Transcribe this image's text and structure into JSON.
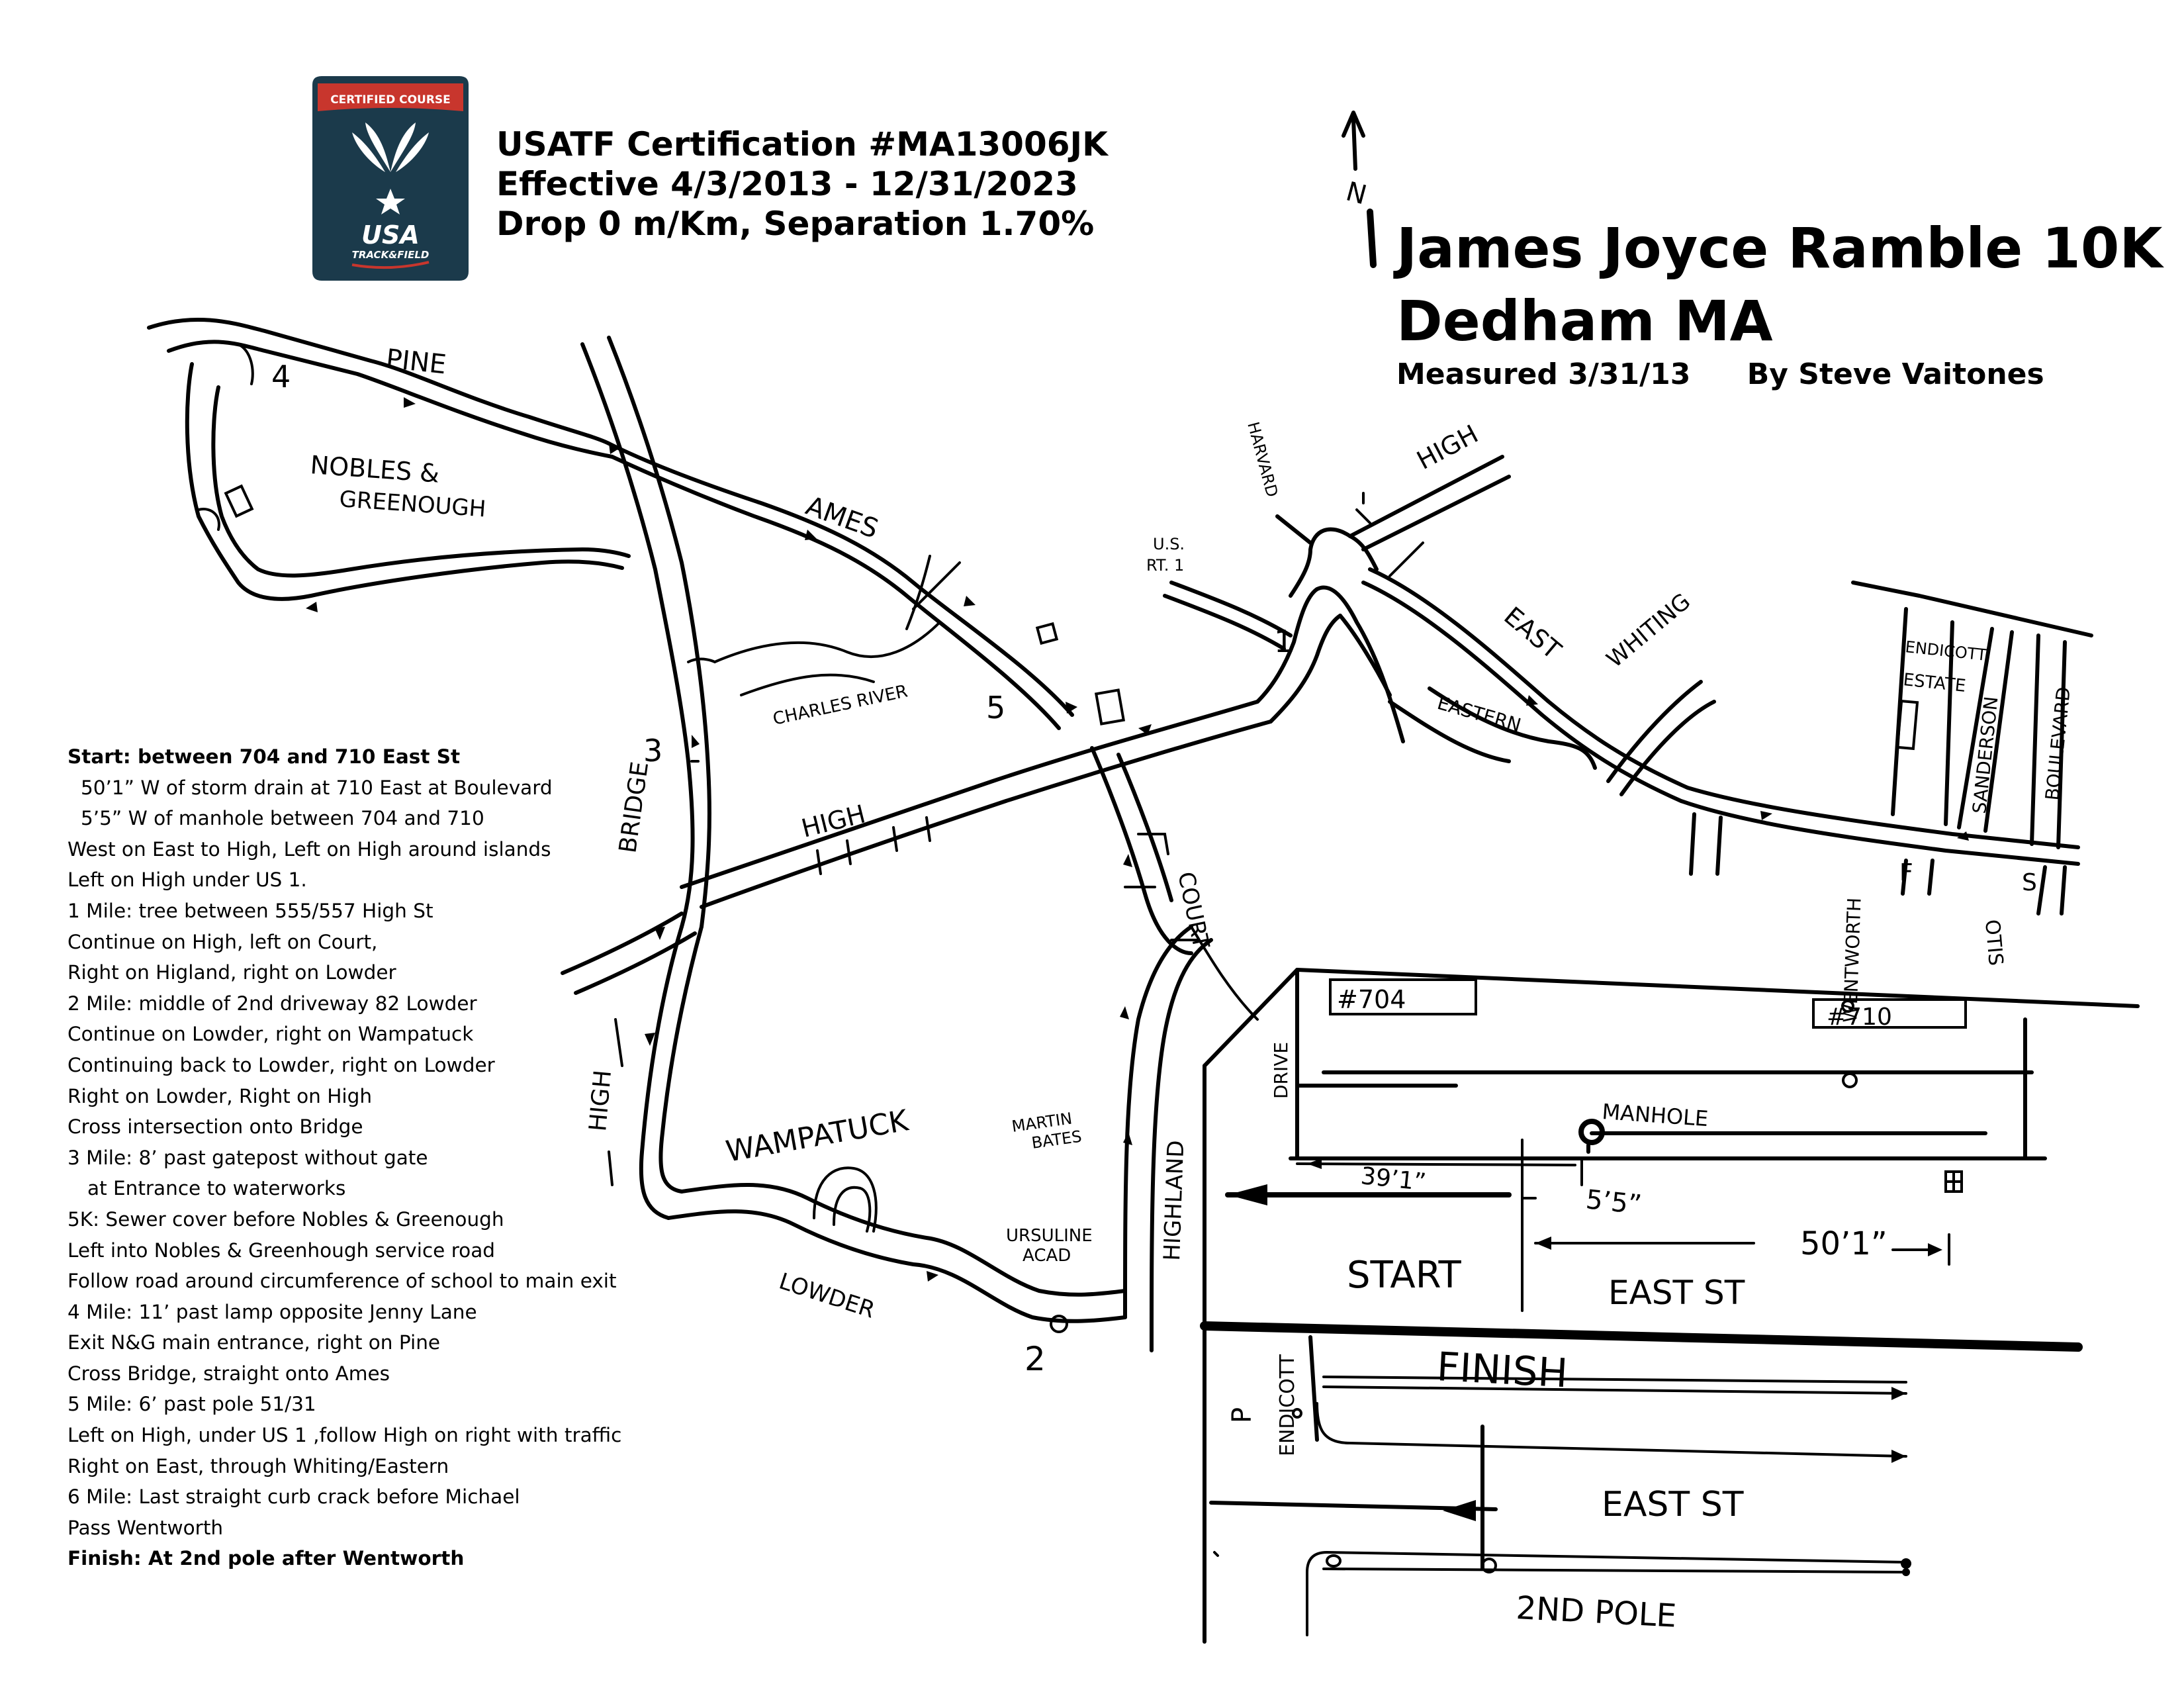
{
  "badge": {
    "banner_text": "CERTIFIED COURSE",
    "logo_text_1": "USA",
    "logo_text_2": "TRACK&FIELD",
    "colors": {
      "navy": "#1b3a4b",
      "red": "#c8362d",
      "white": "#ffffff"
    }
  },
  "certification": {
    "line1": "USATF Certification #MA13006JK",
    "line2": "Effective 4/3/2013 - 12/31/2023",
    "line3": "Drop 0 m/Km, Separation 1.70%"
  },
  "title": {
    "line1": "James Joyce Ramble 10K",
    "line2": "Dedham MA",
    "measured": "Measured 3/31/13",
    "author": "By Steve Vaitones"
  },
  "north_label": "N",
  "directions": [
    {
      "text": "Start: between 704 and 710 East St",
      "bold": true
    },
    {
      "text": "50’1” W of storm drain at 710 East at Boulevard",
      "indent": 1
    },
    {
      "text": "5’5” W of manhole between 704 and 710",
      "indent": 1
    },
    {
      "text": "West on East to High, Left on High around islands"
    },
    {
      "text": "Left on High under US 1."
    },
    {
      "text": "1 Mile: tree between 555/557  High St"
    },
    {
      "text": "Continue on High, left on Court,"
    },
    {
      "text": "Right on Higland, right on Lowder"
    },
    {
      "text": "2 Mile: middle of 2nd driveway 82 Lowder"
    },
    {
      "text": "Continue on Lowder, right on Wampatuck"
    },
    {
      "text": "Continuing back to Lowder, right on Lowder"
    },
    {
      "text": "Right on Lowder, Right on High"
    },
    {
      "text": "Cross intersection onto Bridge"
    },
    {
      "text": "3 Mile: 8’ past gatepost without gate"
    },
    {
      "text": "at Entrance to waterworks",
      "indent": 2
    },
    {
      "text": "5K:  Sewer cover before Nobles & Greenough"
    },
    {
      "text": "Left into Nobles & Greenhough service road"
    },
    {
      "text": "Follow road around circumference of school to main exit"
    },
    {
      "text": "4 Mile: 11’ past lamp opposite Jenny Lane"
    },
    {
      "text": "Exit N&G main entrance, right on Pine"
    },
    {
      "text": "Cross Bridge, straight onto Ames"
    },
    {
      "text": "5 Mile:  6’ past pole 51/31"
    },
    {
      "text": "Left on High, under US 1 ,follow High on right with traffic"
    },
    {
      "text": "Right on East, through Whiting/Eastern"
    },
    {
      "text": "6 Mile: Last straight curb crack before Michael"
    },
    {
      "text": "Pass Wentworth"
    },
    {
      "text": "Finish:  At 2nd pole after Wentworth",
      "bold": true
    }
  ],
  "map_labels": {
    "pine": "PINE",
    "nobles1": "NOBLES &",
    "nobles2": "GREENOUGH",
    "ames": "AMES",
    "charles_river": "CHARLES RIVER",
    "high_mid": "HIGH",
    "bridge": "BRIDGE",
    "high_left": "HIGH",
    "wampatuck": "WAMPATUCK",
    "lowder": "LOWDER",
    "martin_bates1": "MARTIN",
    "martin_bates2": "BATES",
    "ursuline1": "URSULINE",
    "ursuline2": "ACAD",
    "highland": "HIGHLAND",
    "court": "COURT",
    "harvard": "HARVARD",
    "high_top": "HIGH",
    "us_rt1_1": "U.S.",
    "us_rt1_2": "RT. 1",
    "east": "EAST",
    "whiting": "WHITING",
    "eastern": "EASTERN",
    "endicott_estate1": "ENDICOTT",
    "endicott_estate2": "ESTATE",
    "sanderson": "SANDERSON",
    "boulevard": "BOULEVARD",
    "wentworth": "WENTWORTH",
    "otis": "OTIS",
    "mile1": "1",
    "mile2": "2",
    "mile3": "3",
    "mile4": "4",
    "mile5": "5",
    "f_mark": "F",
    "s_mark": "S"
  },
  "start_detail": {
    "house704": "#704",
    "house710": "#710",
    "drive": "DRIVE",
    "manhole": "MANHOLE",
    "dist1": "39’1”",
    "dist2": "5’5”",
    "dist3": "50’1”",
    "start": "START",
    "street": "EAST ST"
  },
  "finish_detail": {
    "finish": "FINISH",
    "endicott": "ENDICOTT",
    "p_mark": "P",
    "street": "EAST ST",
    "pole": "2ND POLE"
  }
}
